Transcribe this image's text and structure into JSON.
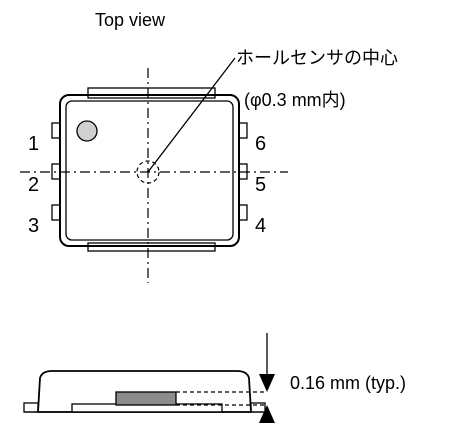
{
  "labels": {
    "top_view": "Top view",
    "hall_center": "ホールセンサの中心",
    "hall_diameter": "(φ0.3 mm内)",
    "thickness": "0.16 mm (typ.)"
  },
  "pins": {
    "p1": "1",
    "p2": "2",
    "p3": "3",
    "p4": "4",
    "p5": "5",
    "p6": "6"
  }
}
